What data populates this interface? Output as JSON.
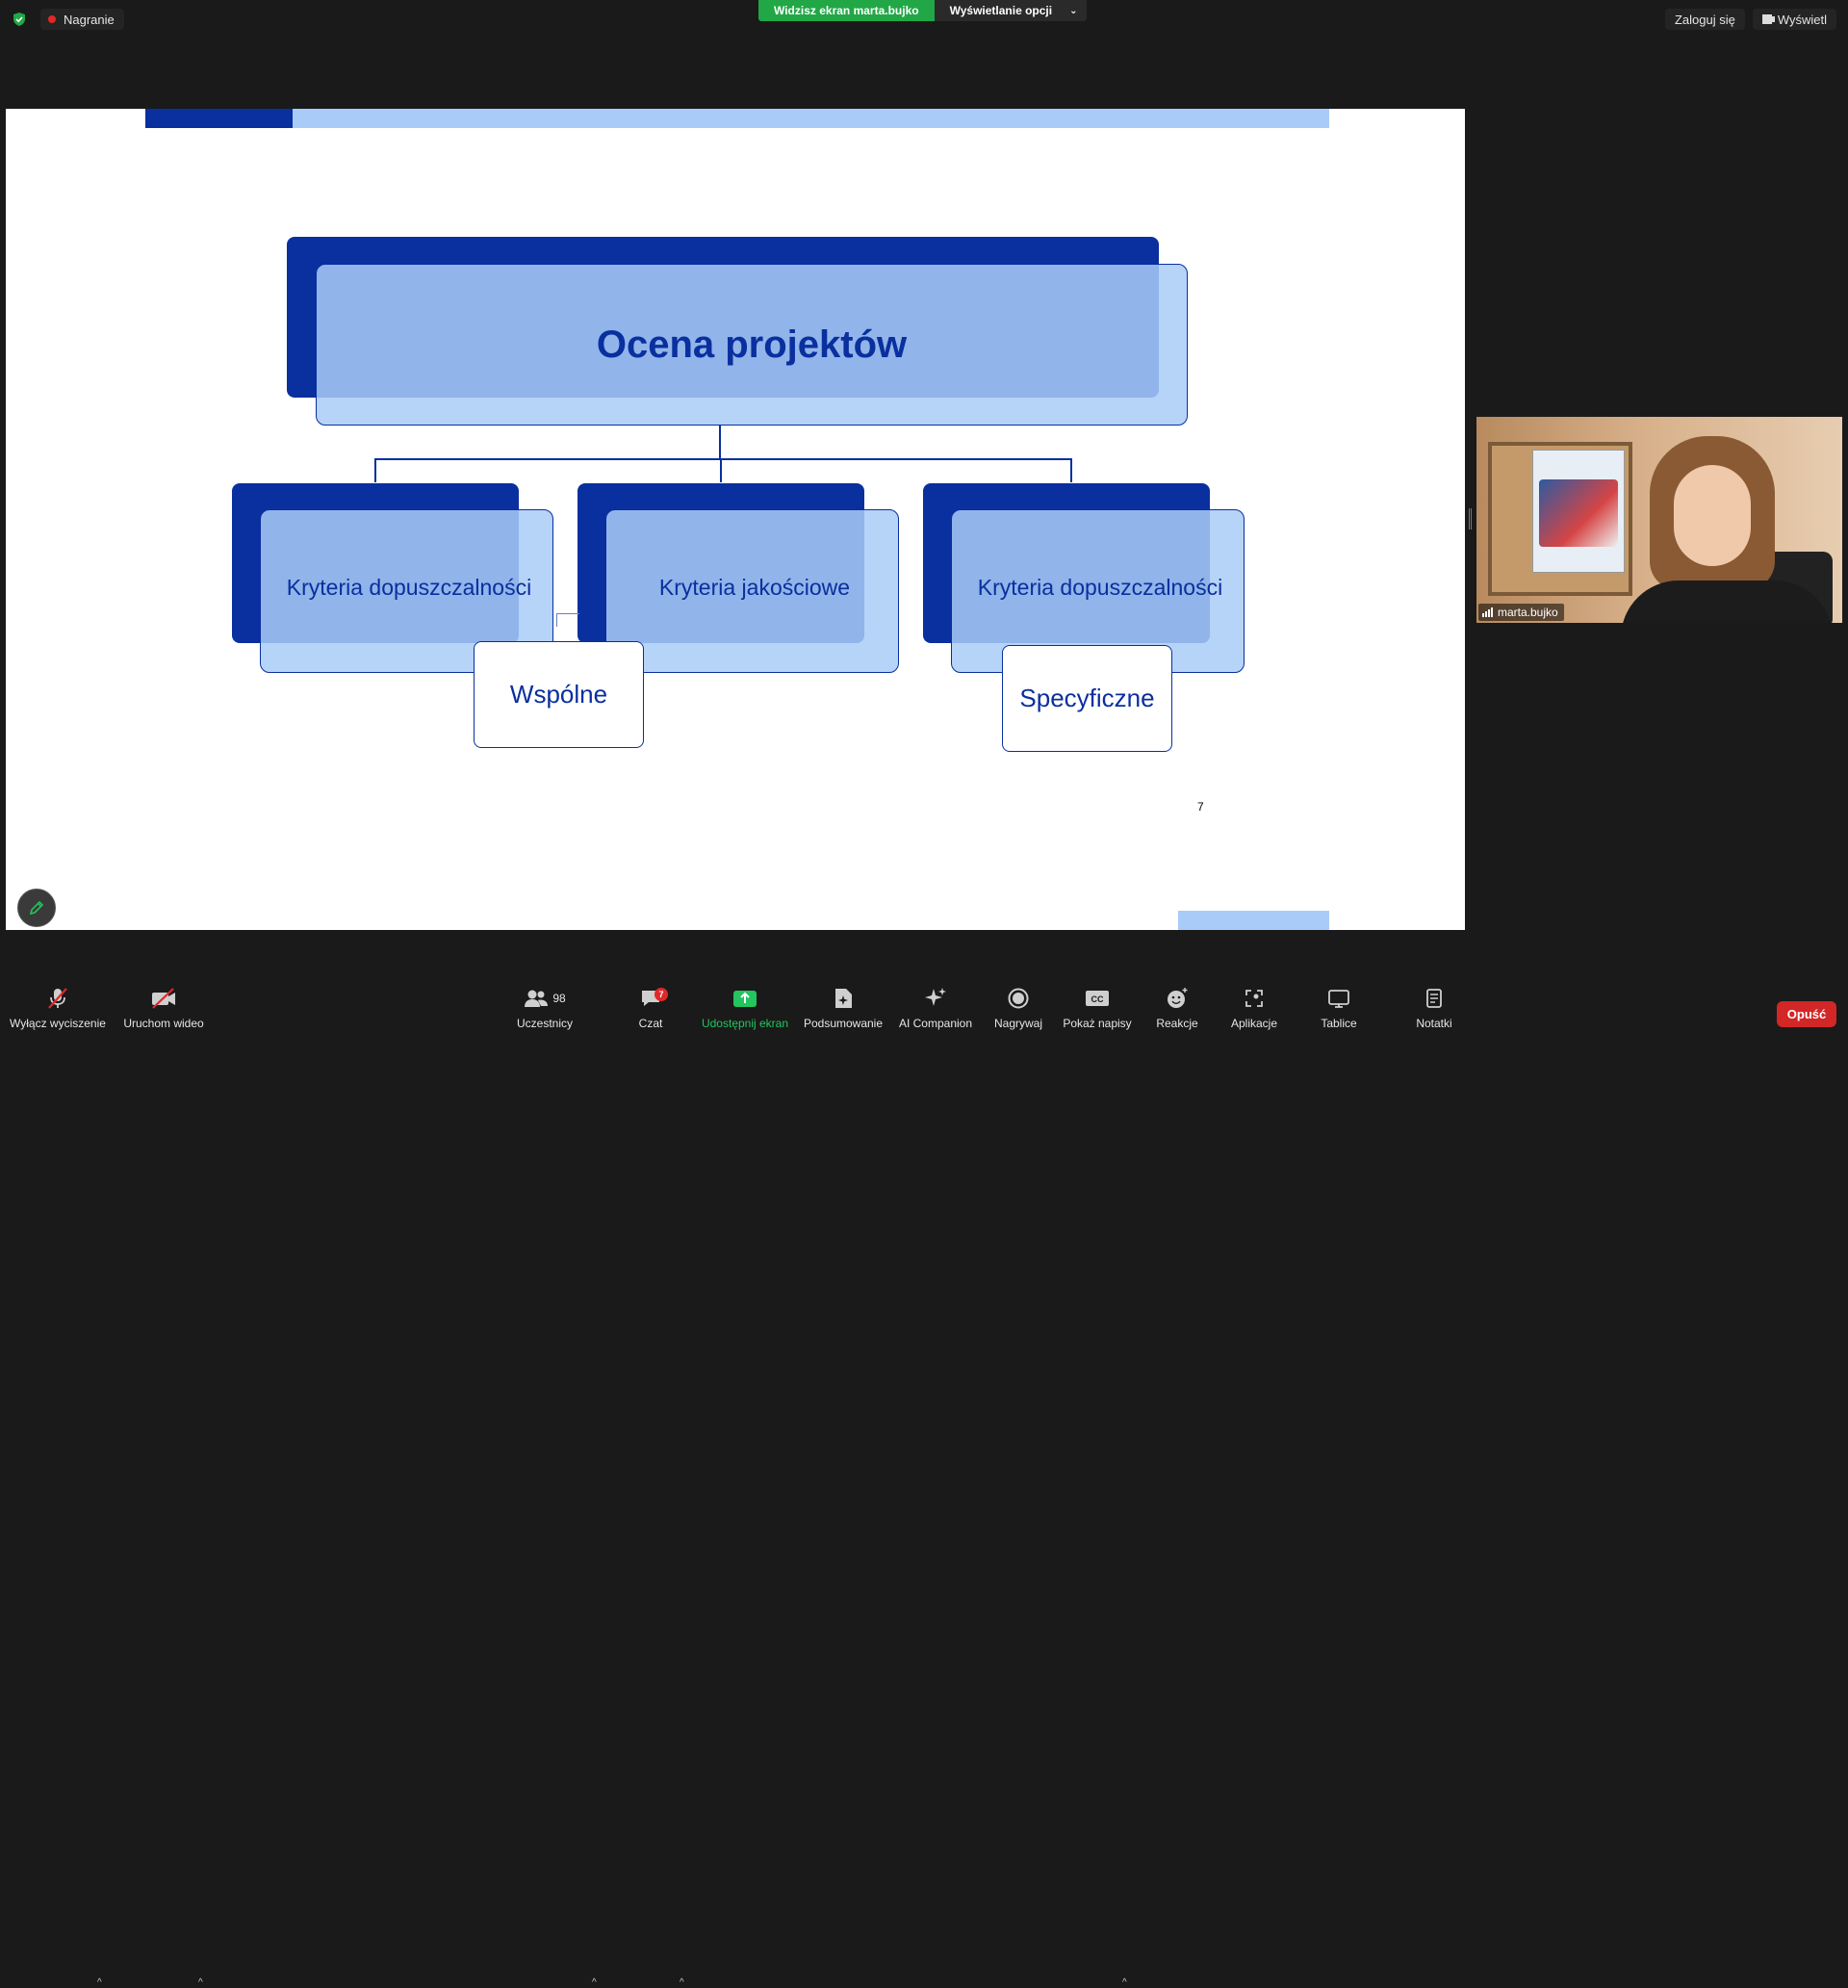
{
  "topbar": {
    "recording_label": "Nagranie",
    "viewing_label": "Widzisz ekran marta.bujko",
    "view_options_label": "Wyświetlanie opcji",
    "sign_in_label": "Zaloguj się",
    "view_label": "Wyświetl"
  },
  "slide": {
    "title": "Ocena projektów",
    "boxes": [
      "Kryteria dopuszczalności",
      "Kryteria jakościowe",
      "Kryteria dopuszczalności"
    ],
    "sub_boxes": [
      "Wspólne",
      "Specyficzne"
    ],
    "page_number": "7",
    "colors": {
      "dark": "#0a2f9e",
      "light": "#a9cbf7"
    }
  },
  "video": {
    "participant_name": "marta.bujko"
  },
  "toolbar": {
    "items": [
      {
        "label": "Wyłącz wyciszenie",
        "icon": "microphone-muted-icon"
      },
      {
        "label": "Uruchom wideo",
        "icon": "video-off-icon"
      },
      {
        "label": "Uczestnicy",
        "icon": "participants-icon",
        "count": "98"
      },
      {
        "label": "Czat",
        "icon": "chat-icon",
        "badge": "7"
      },
      {
        "label": "Udostępnij ekran",
        "icon": "share-screen-icon"
      },
      {
        "label": "Podsumowanie",
        "icon": "summary-icon"
      },
      {
        "label": "AI Companion",
        "icon": "ai-companion-icon"
      },
      {
        "label": "Nagrywaj",
        "icon": "record-icon"
      },
      {
        "label": "Pokaż napisy",
        "icon": "captions-icon"
      },
      {
        "label": "Reakcje",
        "icon": "reactions-icon"
      },
      {
        "label": "Aplikacje",
        "icon": "apps-icon"
      },
      {
        "label": "Tablice",
        "icon": "whiteboards-icon"
      },
      {
        "label": "Notatki",
        "icon": "notes-icon"
      }
    ],
    "leave_label": "Opuść",
    "captions_glyph": "CC"
  }
}
